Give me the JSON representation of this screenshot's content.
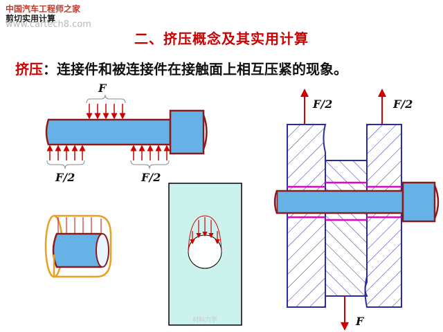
{
  "watermark": {
    "line1": "中国汽车工程师之家",
    "line2": "剪切实用计算",
    "url": "www.cartech8.com"
  },
  "slide": {
    "title": "二、挤压概念及其实用计算",
    "term": "挤压",
    "definition": "：连接件和被连接件在接触面上相互压紧的现象。"
  },
  "labels": {
    "force": "F",
    "half_force": "F/2"
  },
  "footer": "材料力学",
  "colors": {
    "title_red": "#cc0000",
    "bolt_fill": "#66b2e6",
    "bolt_stroke": "#8b1a1a",
    "arrow": "#cc0000",
    "hatch_blue": "#2a2aa8",
    "panel_fill": "#ccf2ee",
    "contact_magenta": "#e600c8",
    "orange": "#e8a020"
  }
}
